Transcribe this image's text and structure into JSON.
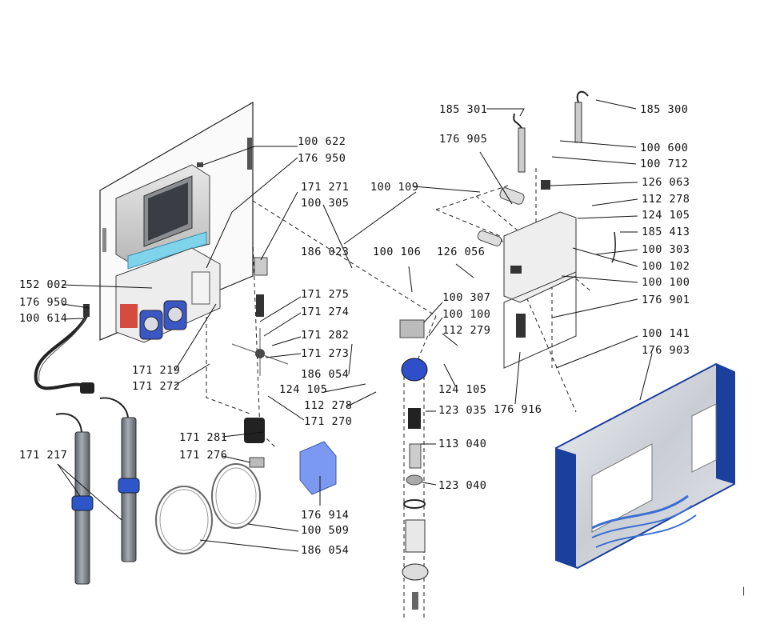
{
  "labels": [
    {
      "id": "p100622",
      "text": "100 622"
    },
    {
      "id": "p176950a",
      "text": "176 950"
    },
    {
      "id": "p171271",
      "text": "171 271"
    },
    {
      "id": "p100305",
      "text": "100 305"
    },
    {
      "id": "p100109",
      "text": "100 109"
    },
    {
      "id": "p186023",
      "text": "186 023"
    },
    {
      "id": "p100106",
      "text": "100 106"
    },
    {
      "id": "p126056",
      "text": "126 056"
    },
    {
      "id": "p100307",
      "text": "100 307"
    },
    {
      "id": "p100100a",
      "text": "100 100"
    },
    {
      "id": "p112279",
      "text": "112 279"
    },
    {
      "id": "p152002",
      "text": "152 002"
    },
    {
      "id": "p176950b",
      "text": "176 950"
    },
    {
      "id": "p100614",
      "text": "100 614"
    },
    {
      "id": "p171275",
      "text": "171 275"
    },
    {
      "id": "p171274",
      "text": "171 274"
    },
    {
      "id": "p171282",
      "text": "171 282"
    },
    {
      "id": "p171273",
      "text": "171 273"
    },
    {
      "id": "p186054a",
      "text": "186 054"
    },
    {
      "id": "p124105a",
      "text": "124 105"
    },
    {
      "id": "p112278a",
      "text": "112 278"
    },
    {
      "id": "p171270",
      "text": "171 270"
    },
    {
      "id": "p171219",
      "text": "171 219"
    },
    {
      "id": "p171272",
      "text": "171 272"
    },
    {
      "id": "p124105b",
      "text": "124 105"
    },
    {
      "id": "p123035",
      "text": "123 035"
    },
    {
      "id": "p113040",
      "text": "113 040"
    },
    {
      "id": "p123040",
      "text": "123 040"
    },
    {
      "id": "p171281",
      "text": "171 281"
    },
    {
      "id": "p171276",
      "text": "171 276"
    },
    {
      "id": "p171217",
      "text": "171 217"
    },
    {
      "id": "p176914",
      "text": "176 914"
    },
    {
      "id": "p100509",
      "text": "100 509"
    },
    {
      "id": "p186054b",
      "text": "186 054"
    },
    {
      "id": "p185301",
      "text": "185 301"
    },
    {
      "id": "p176905",
      "text": "176 905"
    },
    {
      "id": "p185300",
      "text": "185 300"
    },
    {
      "id": "p100600",
      "text": "100 600"
    },
    {
      "id": "p100712",
      "text": "100 712"
    },
    {
      "id": "p126063",
      "text": "126 063"
    },
    {
      "id": "p112278b",
      "text": "112 278"
    },
    {
      "id": "p124105c",
      "text": "124 105"
    },
    {
      "id": "p185413",
      "text": "185 413"
    },
    {
      "id": "p100303",
      "text": "100 303"
    },
    {
      "id": "p100102",
      "text": "100 102"
    },
    {
      "id": "p100100b",
      "text": "100 100"
    },
    {
      "id": "p176901",
      "text": "176 901"
    },
    {
      "id": "p100141",
      "text": "100 141"
    },
    {
      "id": "p176903",
      "text": "176 903"
    },
    {
      "id": "p176916",
      "text": "176 916"
    }
  ],
  "colors": {
    "ink": "#111111",
    "cover_blue": "#1a3f9c",
    "cover_silver": "#d9dde3",
    "wave_blue": "#3b6fd1",
    "cyan_strip": "#7fd3ea",
    "pump_red": "#d23a2a",
    "pump_blue": "#3a58c4",
    "probe_gray": "#7c8088",
    "probe_ring": "#2f56c8"
  },
  "icons": [
    "cable-plug-icon",
    "probe-icon",
    "pump-head-icon",
    "filter-housing-icon",
    "flow-cell-icon",
    "front-cover-icon"
  ]
}
